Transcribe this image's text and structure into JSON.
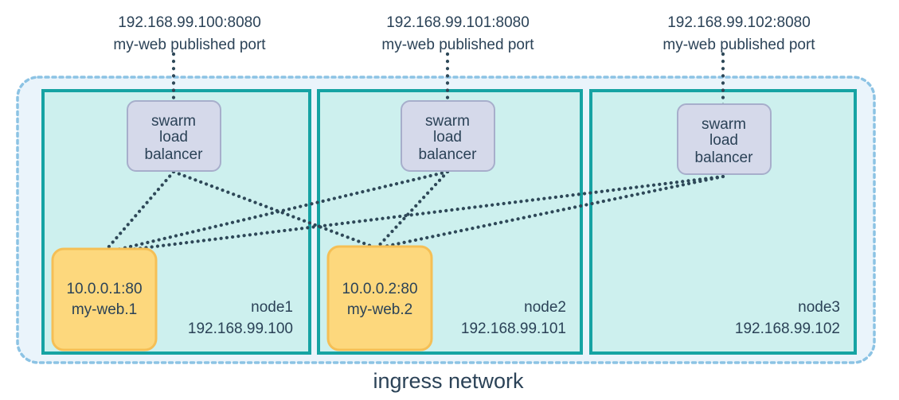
{
  "diagram": {
    "title": "ingress network",
    "colors": {
      "node_fill": "#cdf0ee",
      "node_border": "#16a3a3",
      "ingress_fill": "#eaf4fb",
      "ingress_border": "#8cc3e4",
      "lb_fill": "#d5d9ea",
      "lb_border": "#a7aecb",
      "container_fill": "#fdd87d",
      "container_border": "#f5bf55",
      "connector": "#2e4858",
      "text": "#2b4257"
    }
  },
  "published_ports": [
    {
      "address": "192.168.99.100:8080",
      "description": "my-web published port"
    },
    {
      "address": "192.168.99.101:8080",
      "description": "my-web published port"
    },
    {
      "address": "192.168.99.102:8080",
      "description": "my-web published port"
    }
  ],
  "load_balancers": [
    {
      "line1": "swarm",
      "line2": "load",
      "line3": "balancer"
    },
    {
      "line1": "swarm",
      "line2": "load",
      "line3": "balancer"
    },
    {
      "line1": "swarm",
      "line2": "load",
      "line3": "balancer"
    }
  ],
  "containers": [
    {
      "address": "10.0.0.1:80",
      "name": "my-web.1"
    },
    {
      "address": "10.0.0.2:80",
      "name": "my-web.2"
    }
  ],
  "nodes": [
    {
      "name": "node1",
      "ip": "192.168.99.100"
    },
    {
      "name": "node2",
      "ip": "192.168.99.101"
    },
    {
      "name": "node3",
      "ip": "192.168.99.102"
    }
  ]
}
